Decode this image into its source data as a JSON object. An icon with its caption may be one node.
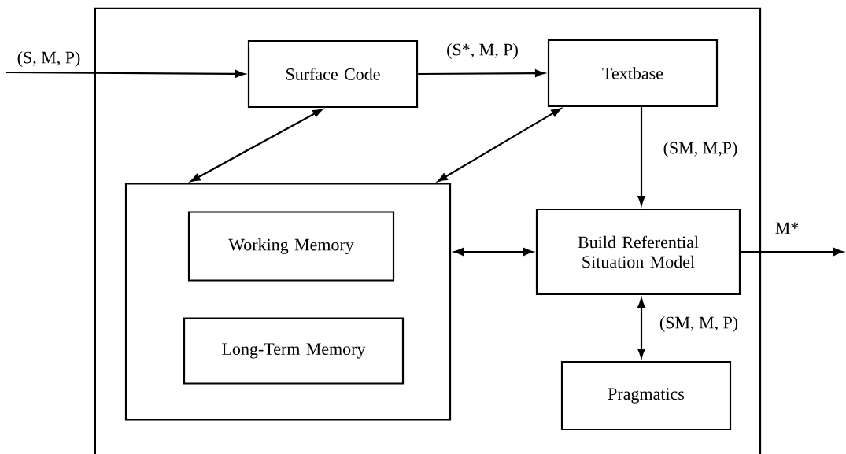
{
  "diagram": {
    "nodes": [
      {
        "text": [],
        "shape": "box"
      },
      {
        "text": [
          "Surface Code"
        ],
        "in": 0
      },
      {
        "text": [
          "Textbase"
        ],
        "in": 0
      },
      {
        "text": [],
        "shape": "box",
        "in": 0
      },
      {
        "text": [
          "Working Memory"
        ],
        "in": 3
      },
      {
        "text": [
          "Long-Term Memory"
        ],
        "in": 3
      },
      {
        "text": [
          "Build Referential Situation Model"
        ],
        "in": 0
      },
      {
        "text": [
          "Pragmatics"
        ],
        "in": 0
      }
    ],
    "edges": [
      {
        "from": null,
        "to": 1,
        "arrow": "to",
        "label": "(S, M, P)"
      },
      {
        "from": 1,
        "to": 2,
        "arrow": "to",
        "label": "(S*, M, P)"
      },
      {
        "from": 1,
        "to": 3,
        "arrow": "both"
      },
      {
        "from": 2,
        "to": 3,
        "arrow": "both"
      },
      {
        "from": 2,
        "to": 6,
        "arrow": "to",
        "label": "(SM, M,P)"
      },
      {
        "from": 3,
        "to": 6,
        "arrow": "both"
      },
      {
        "from": 6,
        "to": null,
        "arrow": "to",
        "label": "M*"
      },
      {
        "from": 6,
        "to": 7,
        "arrow": "both",
        "label": "(SM, M, P)"
      }
    ]
  }
}
